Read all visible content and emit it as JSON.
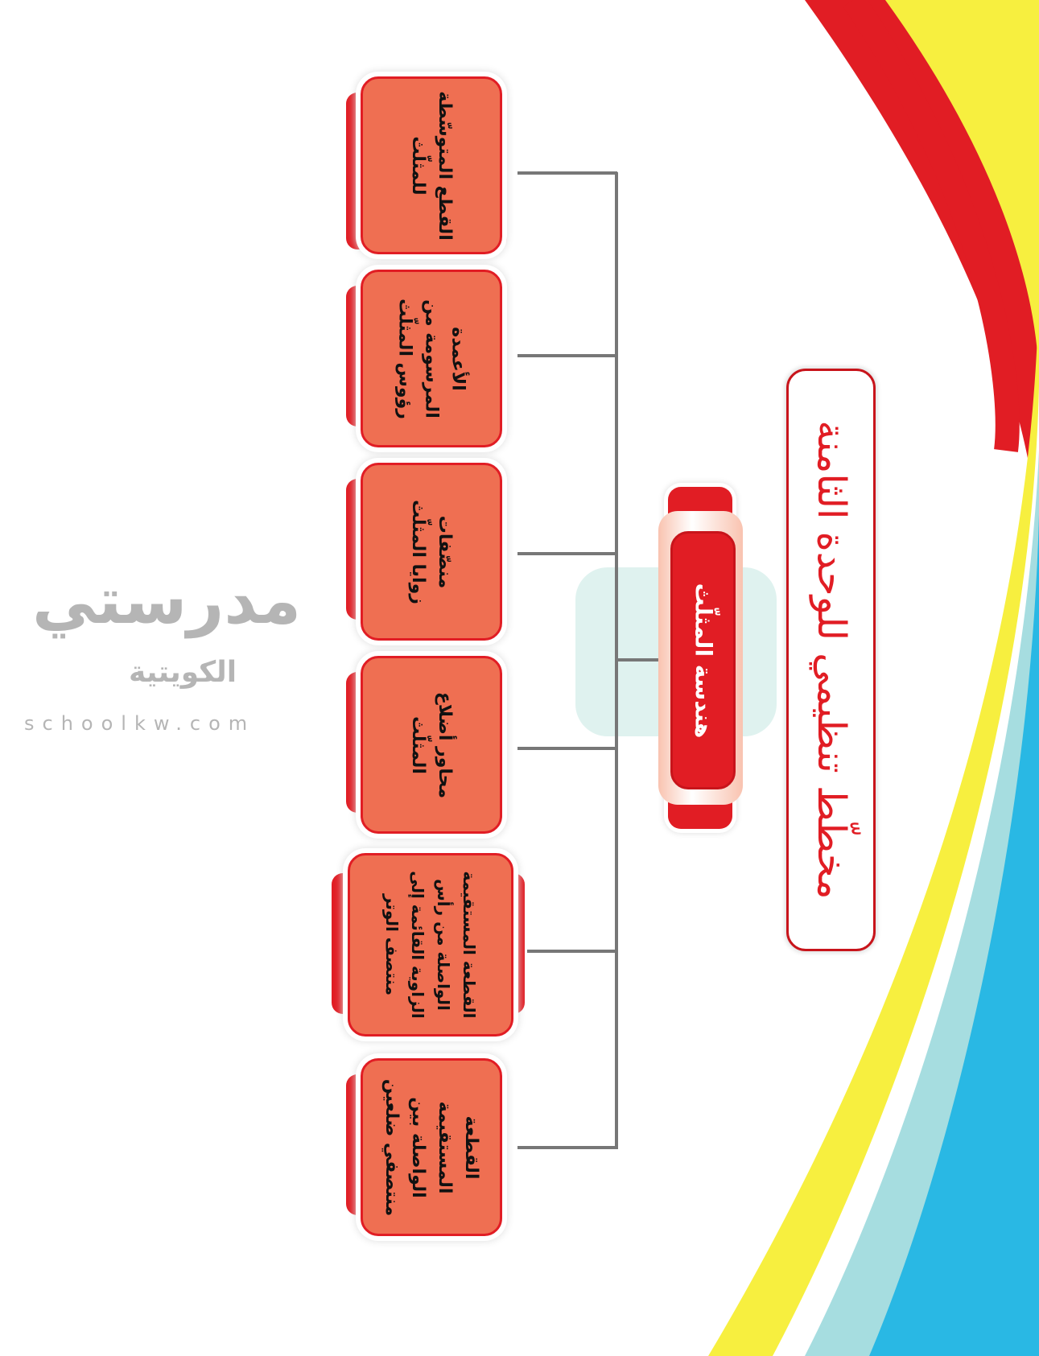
{
  "title": "مخطّط تنظيمي للوحدة الثامنة",
  "center": "هندسة المثلّث",
  "nodes": [
    "القطع المتوسّطة\nللمثلّث",
    "الأعمدة\nالمرسومة من\nرؤوس المثلّث",
    "منصّفات\nزوايا المثلّث",
    "محاور أضلاع\nالمثلّث",
    "القطعة المستقيمة\nالواصلة من رأس\nالزاوية القائمة إلى\nمنتصف الوتر",
    "القطعة المستقيمة\nالواصلة بين\nمنتصفي ضلعين"
  ],
  "watermark": {
    "name": "مدرستي",
    "sub": "الكويتية",
    "url": "schoolkw.com"
  },
  "colors": {
    "red": "#e11d24",
    "box": "#ef6f52",
    "yellow": "#f7ef3f",
    "blue": "#29b8e4"
  }
}
